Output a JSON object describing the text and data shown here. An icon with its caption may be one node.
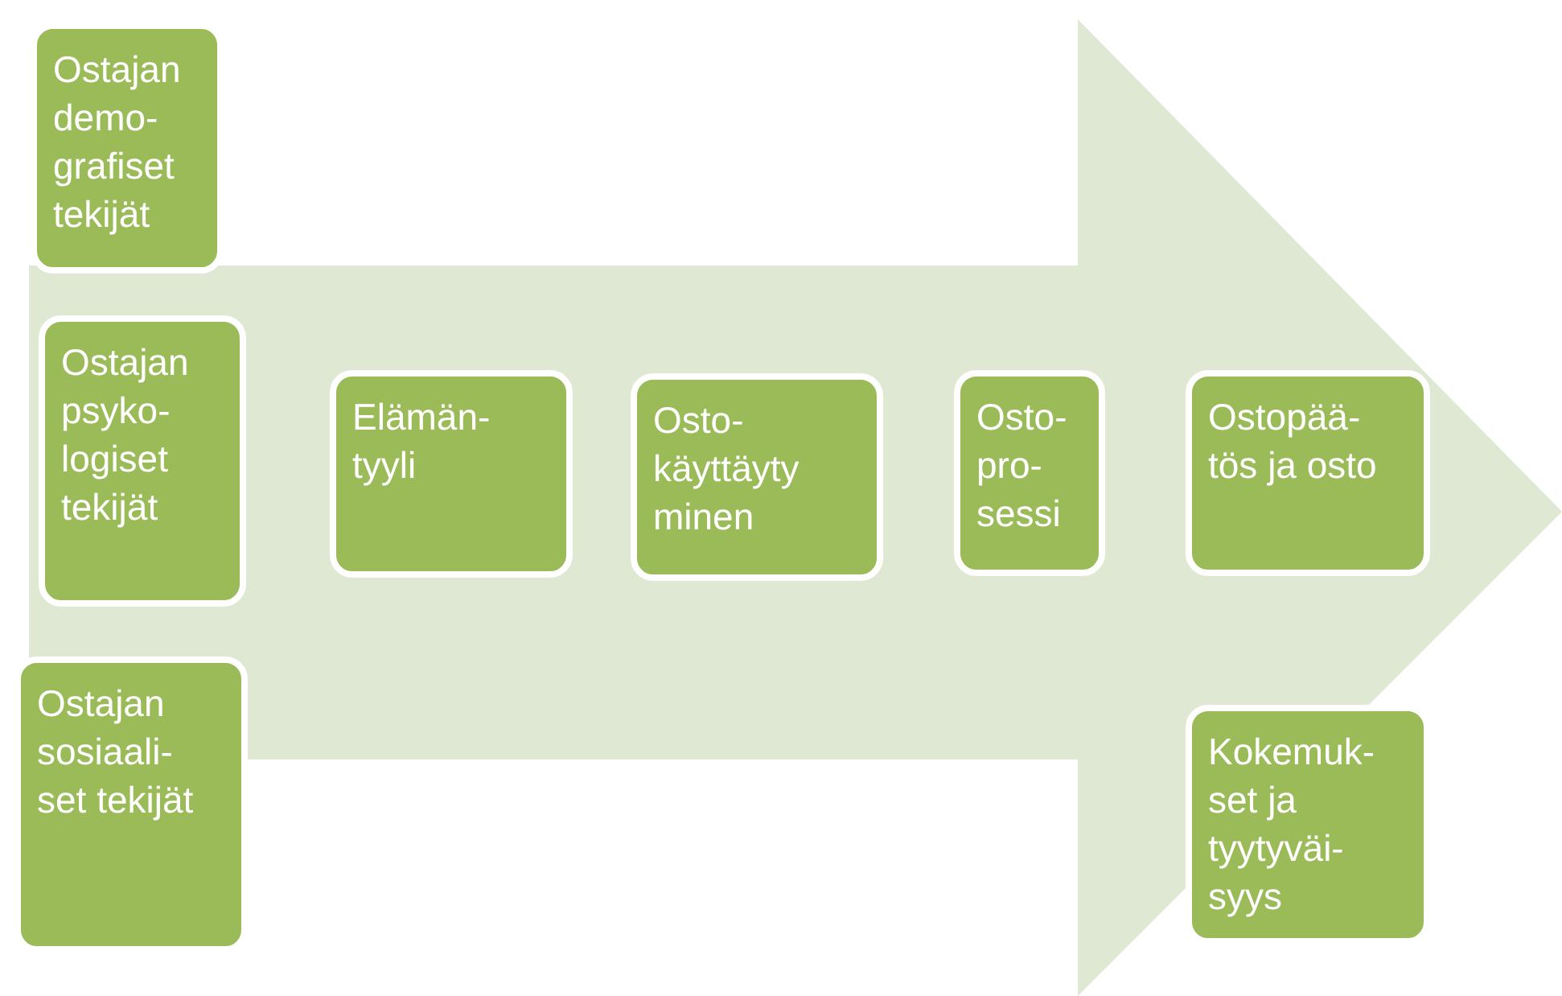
{
  "diagram": {
    "nodes": [
      {
        "text": [
          "Ostajan demo- grafiset tekijät"
        ]
      },
      {
        "text": [
          "Ostajan psyko- logiset tekijät"
        ]
      },
      {
        "text": [
          "Ostajan sosiaali- set tekijät"
        ]
      },
      {
        "text": [
          "Elämän- tyyli"
        ]
      },
      {
        "text": [
          "Osto- käyttäyty minen"
        ]
      },
      {
        "text": [
          "Osto- pro- sessi"
        ]
      },
      {
        "text": [
          "Ostopää- tös ja osto"
        ]
      },
      {
        "text": [
          "Kokemuk- set ja tyytyväi- syys"
        ]
      }
    ]
  }
}
